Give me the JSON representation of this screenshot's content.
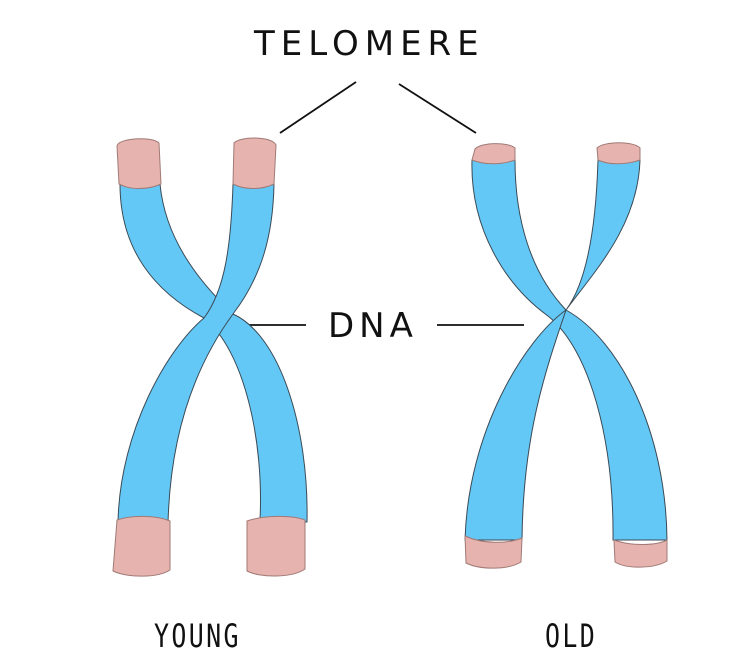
{
  "labels": {
    "telomere": "TELOMERE",
    "dna": "DNA",
    "young": "YOUNG",
    "old": "OLD"
  },
  "colors": {
    "dna_blue": "#64c8f7",
    "telomere_pink": "#e6b3ae",
    "outline": "#3a4a55",
    "text": "#111111"
  }
}
